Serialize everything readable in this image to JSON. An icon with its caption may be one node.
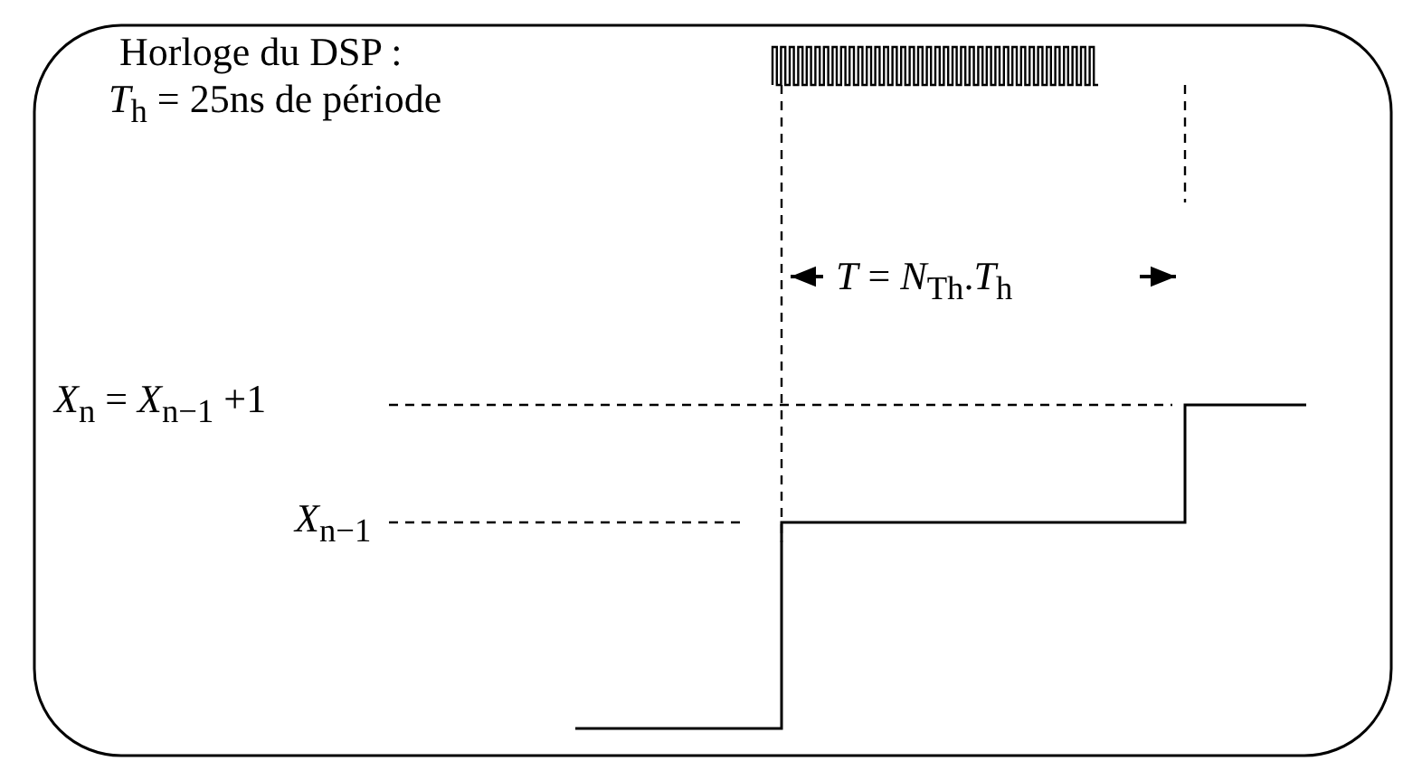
{
  "diagram": {
    "labels": [
      "Horloge du DSP :",
      "*T*$_{h}$ = 25ns de période",
      "*T* = *N*$_{Th}$.*T*$_{h}$",
      "*X*$_{n}$ = *X*$_{n−1}$ +1",
      "*X*$_{n−1}$"
    ]
  }
}
